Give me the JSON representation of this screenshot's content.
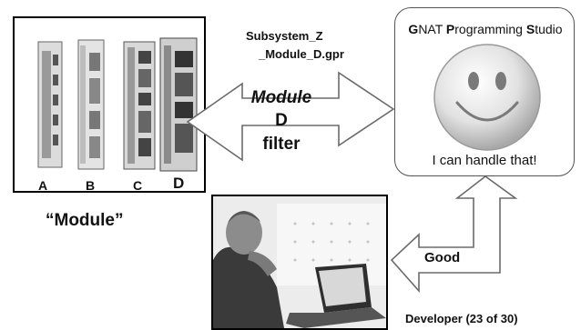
{
  "modules": {
    "labels": [
      "A",
      "B",
      "C",
      "D"
    ],
    "caption": "“Module”"
  },
  "project_file": {
    "line1": "Subsystem_Z",
    "line2": "_Module_D.gpr"
  },
  "center_arrow": {
    "line1": "Module",
    "line2": "D",
    "line3": "filter"
  },
  "gps": {
    "title_parts": [
      {
        "bold": "G",
        "rest": "NAT "
      },
      {
        "bold": "P",
        "rest": "rogramming "
      },
      {
        "bold": "S",
        "rest": "tudio"
      }
    ],
    "caption": "I can handle that!",
    "icon": "smiley-face-icon"
  },
  "developer": {
    "caption": "Developer (23 of 30)",
    "icon": "developer-photo"
  },
  "feedback_arrow": {
    "label": "Good"
  }
}
